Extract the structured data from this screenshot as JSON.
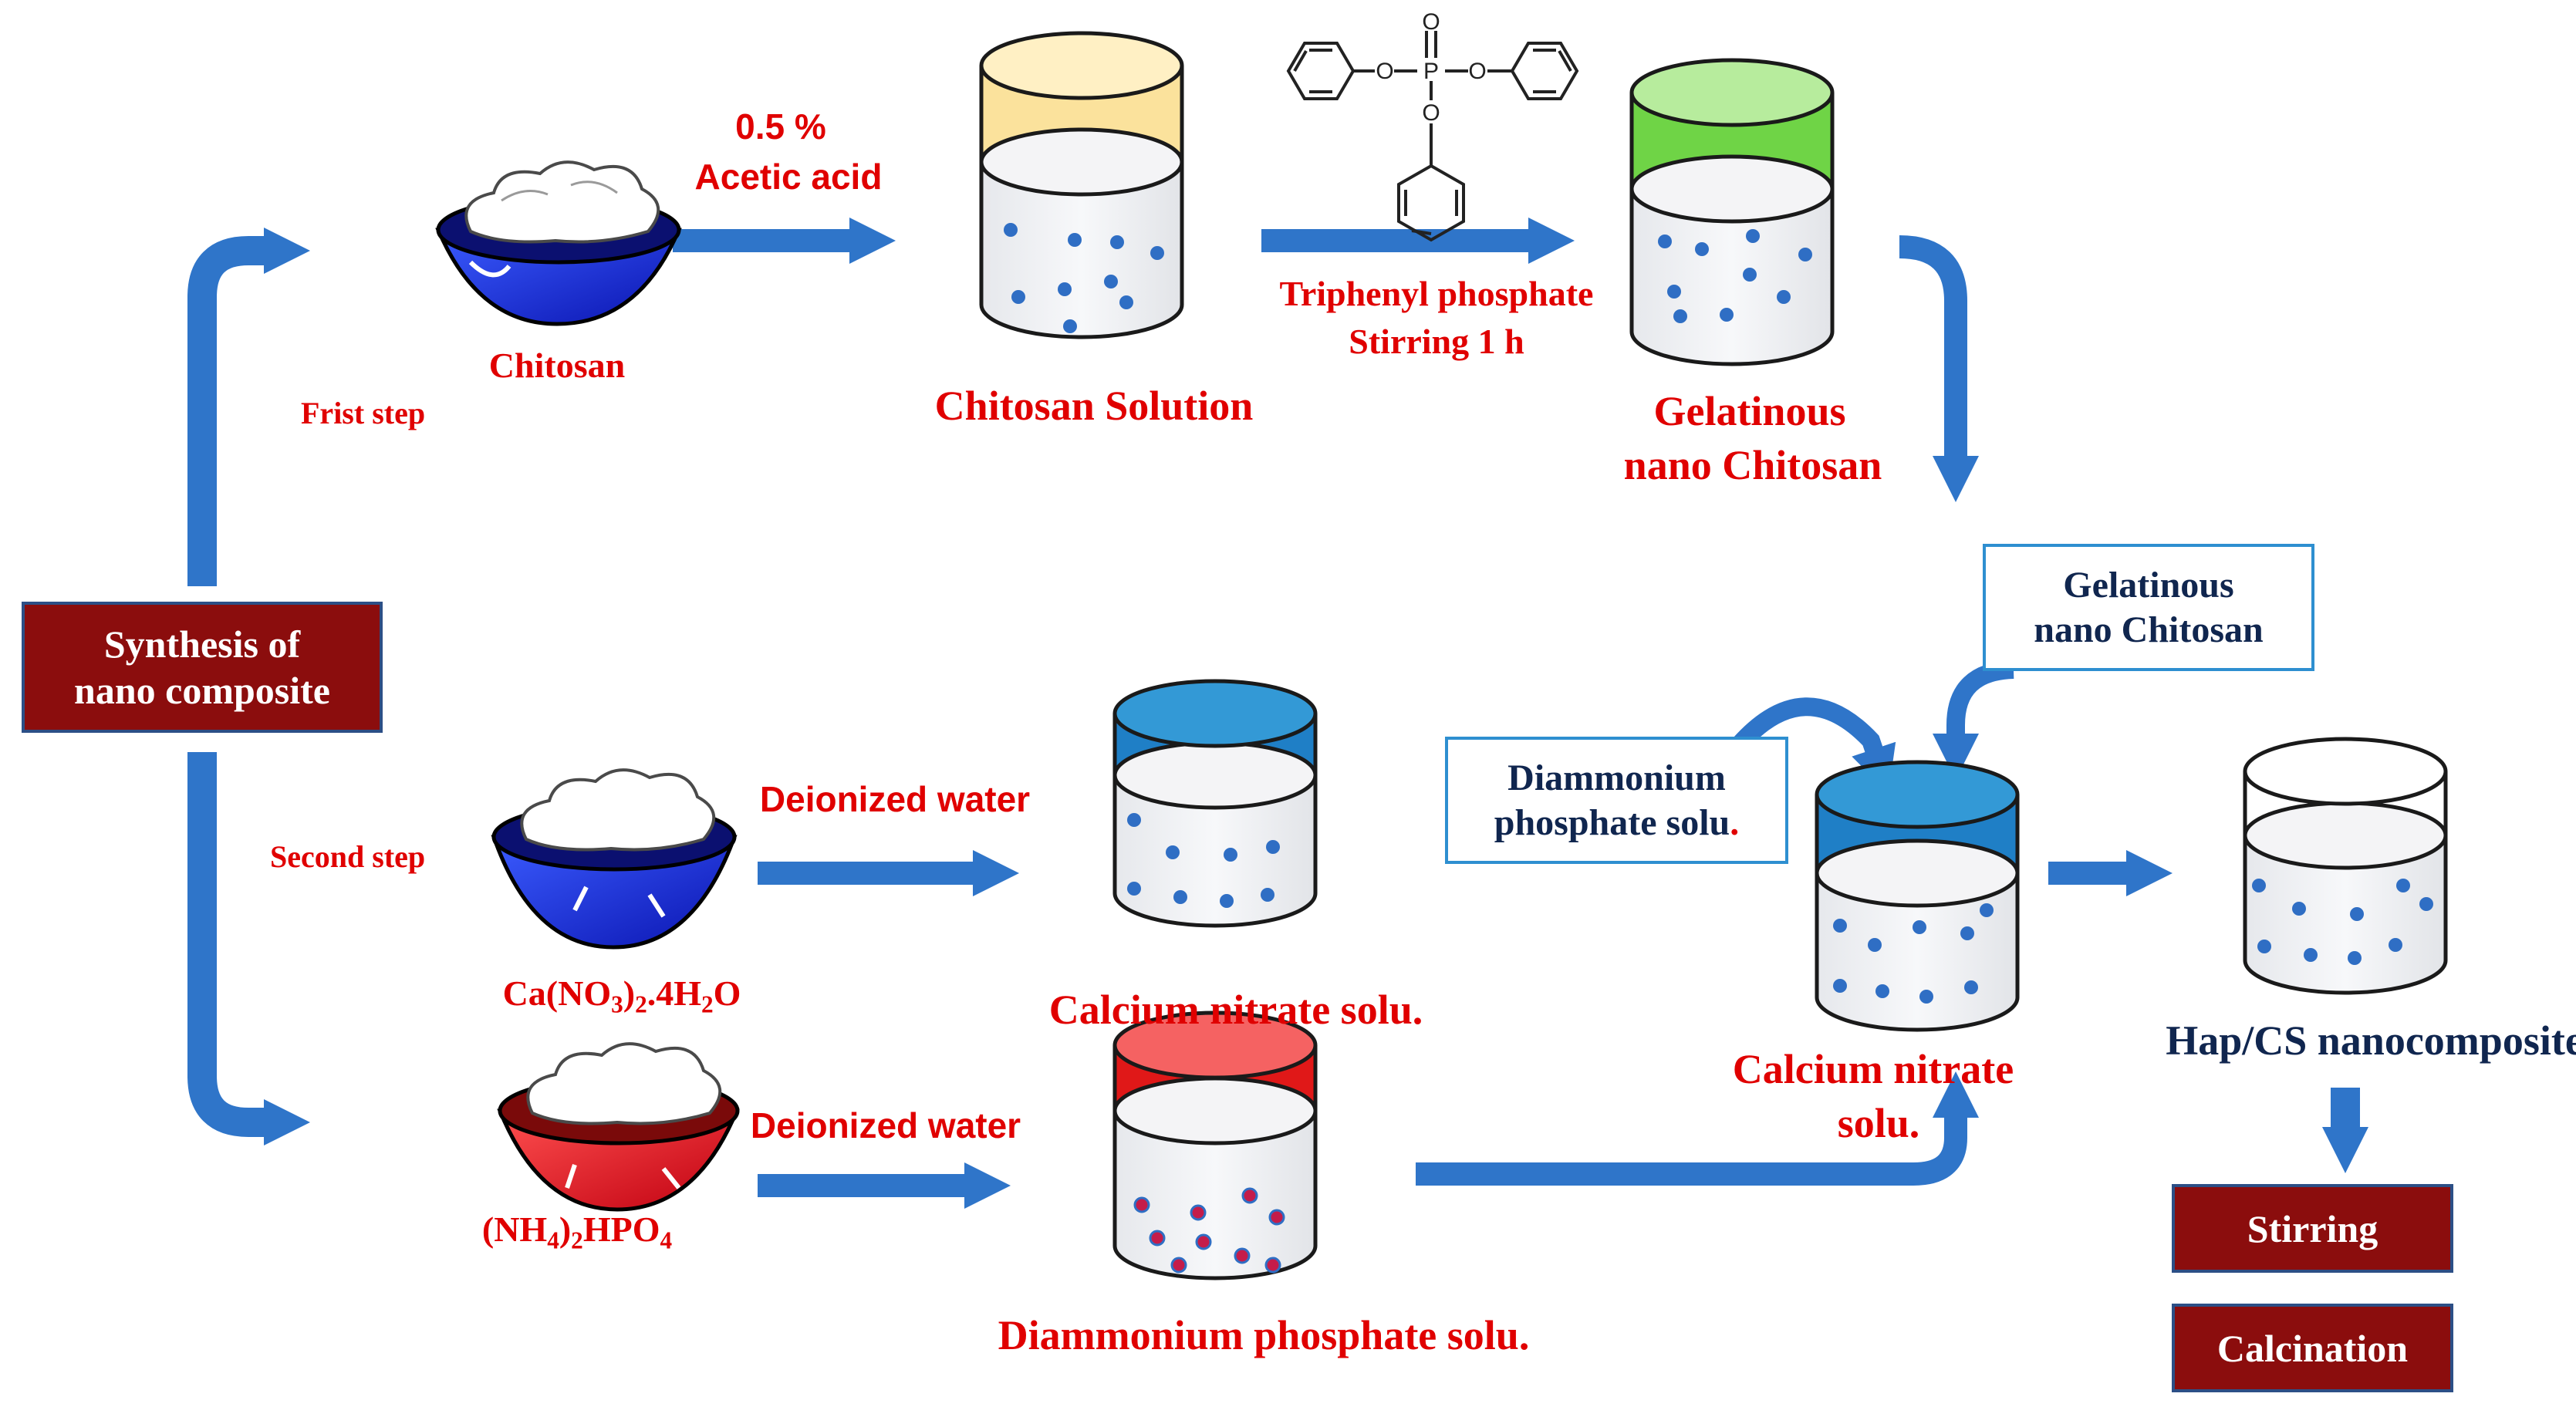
{
  "start_box": "Synthesis of\nnano composite",
  "first_step": "Frist step",
  "second_step": "Second step",
  "top_row": {
    "chitosan": "Chitosan",
    "acid_amount": "0.5 %",
    "acid_name": "Acetic acid",
    "chitosan_solution": "Chitosan Solution",
    "reagent_line1": "Triphenyl phosphate",
    "reagent_line2": "Stirring 1 h",
    "gelatinous_line1": "Gelatinous",
    "gelatinous_line2": "nano Chitosan"
  },
  "second_row": {
    "calcium_formula_a": "Ca(NO",
    "calcium_formula_b": "3",
    "calcium_formula_c": ")",
    "calcium_formula_d": "2",
    "calcium_formula_e": ".4H",
    "calcium_formula_f": "2",
    "calcium_formula_g": "O",
    "water_label_1": "Deionized water",
    "calcium_solution": "Calcium nitrate solu."
  },
  "third_row": {
    "phosphate_formula_a": "(NH",
    "phosphate_formula_b": "4",
    "phosphate_formula_c": ")",
    "phosphate_formula_d": "2",
    "phosphate_formula_e": "HPO",
    "phosphate_formula_f": "4",
    "water_label_2": "Deionized water",
    "phosphate_solution": "Diammonium phosphate solu."
  },
  "mixing": {
    "gel_box": "Gelatinous\nnano Chitosan",
    "dap_box_line1": "Diammonium",
    "dap_box_line2": "phosphate solu",
    "dap_box_dot": ".",
    "mix_label_line1": "Calcium nitrate",
    "mix_label_line2": "solu."
  },
  "product": {
    "name": "Hap/CS nanocomposite",
    "stirring": "Stirring",
    "calcination": "Calcination"
  },
  "molecule_atoms": {
    "phosphorus": "P",
    "oxygen": "O"
  },
  "colors": {
    "arrow": "#2f75c9",
    "maroon": "#8b0d0d",
    "red_text": "#e00000",
    "navy_text": "#10264f",
    "dot": "#2f6ec4",
    "cap_yellow": "#fbe29c",
    "cap_green": "#6fd446",
    "cap_blue": "#3399d6",
    "cap_red": "#e01818"
  }
}
